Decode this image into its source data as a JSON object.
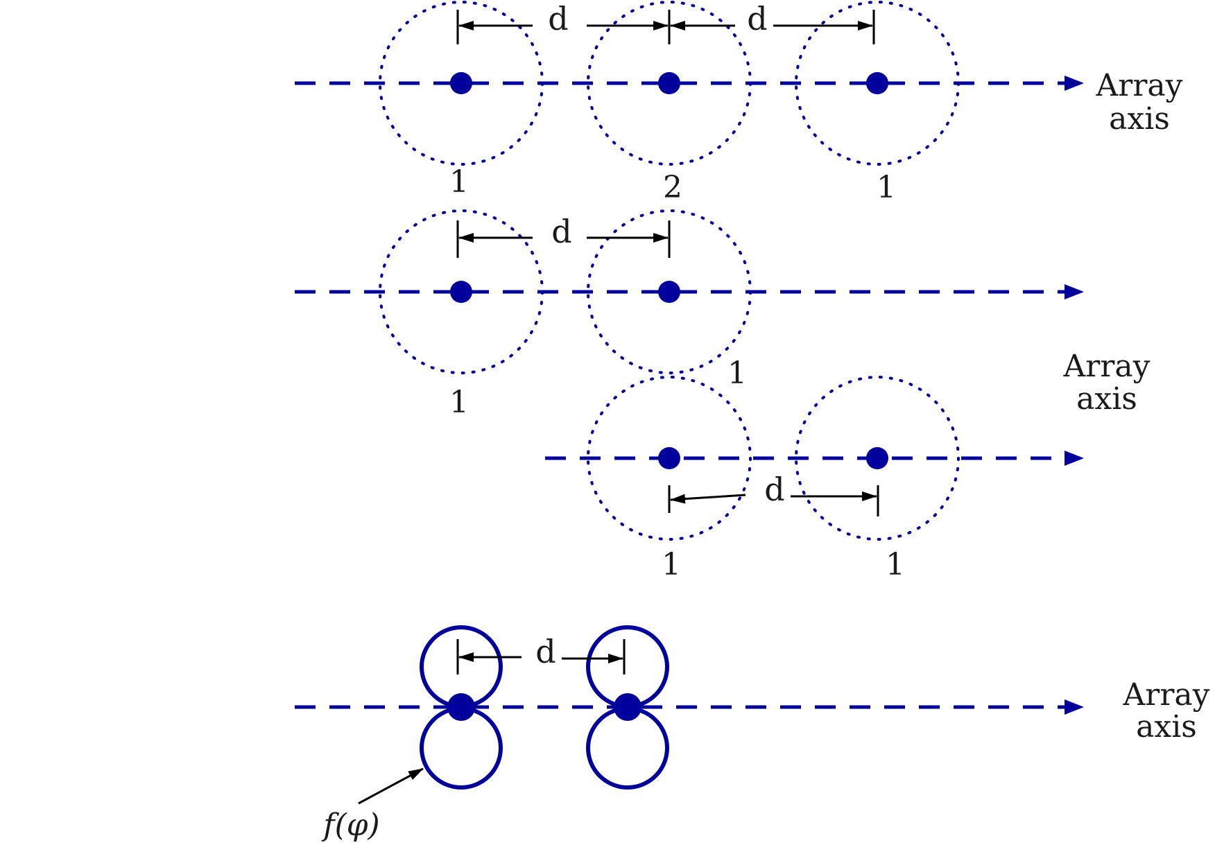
{
  "colors": {
    "array_blue": "#00009a",
    "annotation_black": "#000000",
    "background": "#ffffff"
  },
  "labels": {
    "array_axis_line1": "Array",
    "array_axis_line2": "axis",
    "spacing": "d",
    "pattern_function": "f(φ)"
  },
  "arrays": {
    "row1": {
      "weights": [
        "1",
        "2",
        "1"
      ]
    },
    "row2a": {
      "weights": [
        "1",
        "1"
      ]
    },
    "row2b": {
      "weights": [
        "1",
        "1"
      ]
    },
    "row3": {
      "element_pattern": "dipole"
    }
  }
}
